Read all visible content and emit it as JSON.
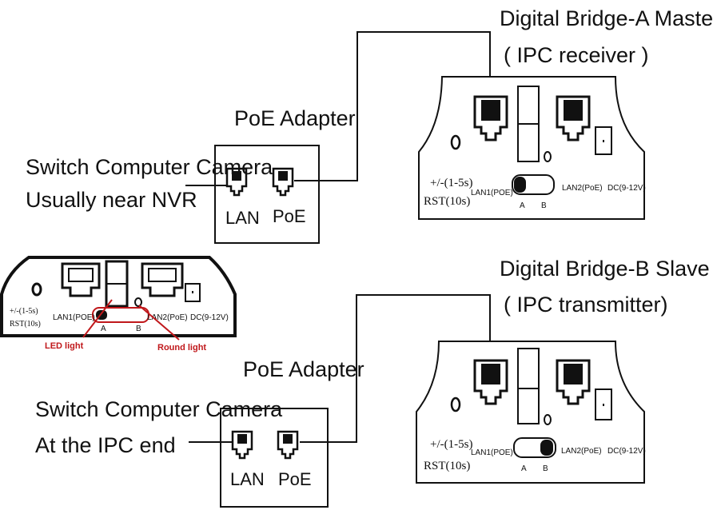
{
  "master": {
    "title": "Digital Bridge-A Master Mode",
    "subtitle": "( IPC receiver )",
    "adapter_title": "PoE Adapter",
    "switch_line1": "Switch Computer Camera",
    "switch_line2": "Usually near NVR",
    "port_lan": "LAN",
    "port_poe": "PoE"
  },
  "slave": {
    "title": "Digital Bridge-B Slave Mode",
    "subtitle": "( IPC transmitter)",
    "adapter_title": "PoE Adapter",
    "switch_line1": "Switch Computer Camera",
    "switch_line2": "At the IPC end",
    "port_lan": "LAN",
    "port_poe": "PoE"
  },
  "device_labels": {
    "reset1": "+/-(1-5s)",
    "reset2": "RST(10s)",
    "lan1": "LAN1(POE)",
    "lan2": "LAN2(PoE)",
    "dc": "DC(9-12V)",
    "switch_a": "A",
    "switch_b": "B"
  },
  "legend_device": {
    "reset1": "+/-(1-5s)",
    "reset2": "RST(10s)",
    "lan1": "LAN1(POE)",
    "lan2": "LAN2(PoE)",
    "dc": "DC(9-12V)",
    "switch_a": "A",
    "switch_b": "B",
    "led_light": "LED light",
    "round_light": "Round light"
  }
}
